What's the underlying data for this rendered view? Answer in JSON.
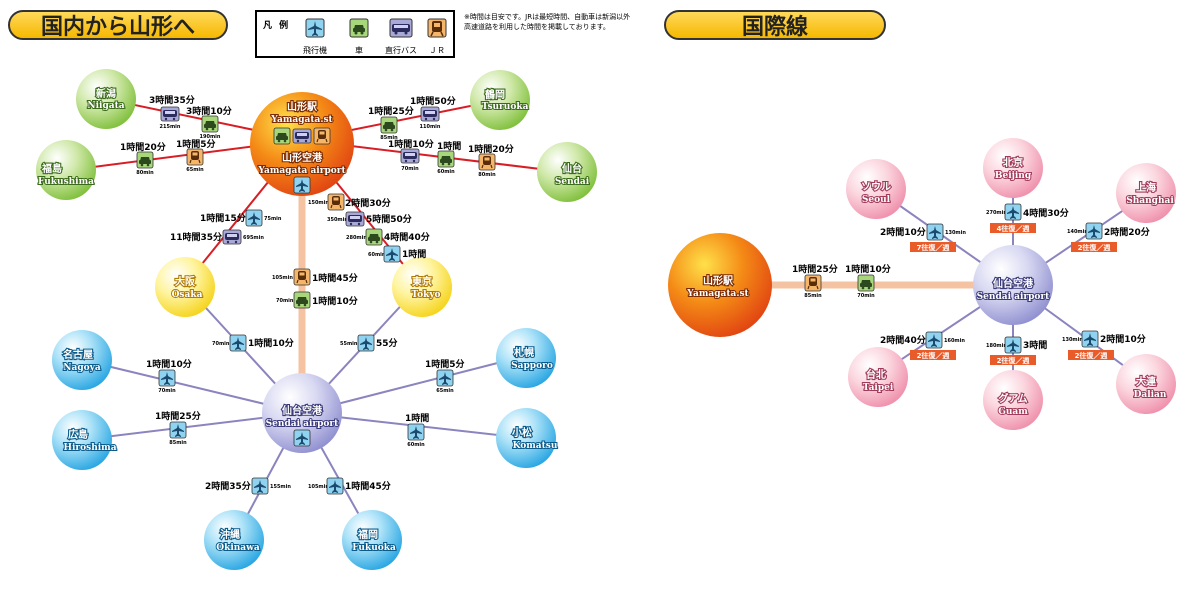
{
  "domestic": {
    "title": "国内から山形へ",
    "hub_yamagata": {
      "name1": "山形駅",
      "name1_en": "Yamagata.st",
      "name2": "山形空港",
      "name2_en": "Yamagata airport"
    },
    "hub_sendai": {
      "name": "仙台空港",
      "name_en": "Sendai airport"
    },
    "cities": {
      "niigata": {
        "ja": "新潟",
        "en": "Niigata"
      },
      "fukushima": {
        "ja": "福島",
        "en": "Fukushima"
      },
      "tsuruoka": {
        "ja": "鶴岡",
        "en": "Tsuruoka"
      },
      "sendai": {
        "ja": "仙台",
        "en": "Sendai"
      },
      "osaka": {
        "ja": "大阪",
        "en": "Osaka"
      },
      "tokyo": {
        "ja": "東京",
        "en": "Tokyo"
      },
      "nagoya": {
        "ja": "名古屋",
        "en": "Nagoya"
      },
      "sapporo": {
        "ja": "札幌",
        "en": "Sapporo"
      },
      "hiroshima": {
        "ja": "広島",
        "en": "Hiroshima"
      },
      "komatsu": {
        "ja": "小松",
        "en": "Komatsu"
      },
      "okinawa": {
        "ja": "沖縄",
        "en": "Okinawa"
      },
      "fukuoka": {
        "ja": "福岡",
        "en": "Fukuoka"
      }
    },
    "times": {
      "niigata_bus": "3時間35分",
      "niigata_bus_min": "215min",
      "niigata_car": "3時間10分",
      "niigata_car_min": "190min",
      "fukushima_car": "1時間20分",
      "fukushima_car_min": "80min",
      "fukushima_jr": "1時間5分",
      "fukushima_jr_min": "65min",
      "tsuruoka_car": "1時間25分",
      "tsuruoka_car_min": "85min",
      "tsuruoka_bus": "1時間50分",
      "tsuruoka_bus_min": "110min",
      "sendai_bus": "1時間10分",
      "sendai_bus_min": "70min",
      "sendai_car": "1時間",
      "sendai_car_min": "60min",
      "sendai_jr": "1時間20分",
      "sendai_jr_min": "80min",
      "osaka_plane": "1時間15分",
      "osaka_plane_min": "75min",
      "osaka_bus": "11時間35分",
      "osaka_bus_min": "695min",
      "tokyo_jr": "2時間30分",
      "tokyo_jr_min": "150min",
      "tokyo_bus": "5時間50分",
      "tokyo_bus_min": "350min",
      "tokyo_car": "4時間40分",
      "tokyo_car_min": "280min",
      "tokyo_plane": "1時間",
      "tokyo_plane_min": "60min",
      "sendai_ap_jr": "1時間45分",
      "sendai_ap_jr_min": "105min",
      "sendai_ap_car": "1時間10分",
      "sendai_ap_car_min": "70min",
      "osaka_sdj": "1時間10分",
      "osaka_sdj_min": "70min",
      "tokyo_sdj": "55分",
      "tokyo_sdj_min": "55min",
      "nagoya_sdj": "1時間10分",
      "nagoya_sdj_min": "70min",
      "sapporo_sdj": "1時間5分",
      "sapporo_sdj_min": "65min",
      "hiroshima_sdj": "1時間25分",
      "hiroshima_sdj_min": "85min",
      "komatsu_sdj": "1時間",
      "komatsu_sdj_min": "60min",
      "okinawa_sdj": "2時間35分",
      "okinawa_sdj_min": "155min",
      "fukuoka_sdj": "1時間45分",
      "fukuoka_sdj_min": "105min"
    }
  },
  "legend": {
    "title": "凡 例",
    "plane": "飛行機",
    "car": "車",
    "bus": "直行バス",
    "jr": "ＪＲ",
    "note": "※時間は目安です。JRは最短時間、自動車は新潟以外高速道路を利用した時間を掲載しております。"
  },
  "international": {
    "title": "国際線",
    "yamagata": {
      "ja": "山形駅",
      "en": "Yamagata.st"
    },
    "sendai": {
      "ja": "仙台空港",
      "en": "Sendai airport"
    },
    "jr_time": "1時間25分",
    "jr_min": "85min",
    "car_time": "1時間10分",
    "car_min": "70min",
    "cities": {
      "seoul": {
        "ja": "ソウル",
        "en": "Seoul",
        "time": "2時間10分",
        "min": "130min",
        "freq": "7往復／週"
      },
      "beijing": {
        "ja": "北京",
        "en": "Beijing",
        "time": "4時間30分",
        "min": "270min",
        "freq": "4往復／週"
      },
      "shanghai": {
        "ja": "上海",
        "en": "Shanghai",
        "time": "2時間20分",
        "min": "140min",
        "freq": "2往復／週"
      },
      "taipei": {
        "ja": "台北",
        "en": "Taipei",
        "time": "2時間40分",
        "min": "160min",
        "freq": "2往復／週"
      },
      "guam": {
        "ja": "グアム",
        "en": "Guam",
        "time": "3時間",
        "min": "180min",
        "freq": "2往復／週"
      },
      "dalian": {
        "ja": "大連",
        "en": "Dalian",
        "time": "2時間10分",
        "min": "130min",
        "freq": "2往復／週"
      }
    }
  },
  "colors": {
    "red_line": "#d81e25",
    "purple_line": "#8b84be",
    "peach_line": "#f5c3a2",
    "plane_icon": "#8fd3f0",
    "car_icon": "#a8d67a",
    "bus_icon": "#a9a9d8",
    "jr_icon": "#f6b66a",
    "freq_badge": "#ea5b2a"
  }
}
